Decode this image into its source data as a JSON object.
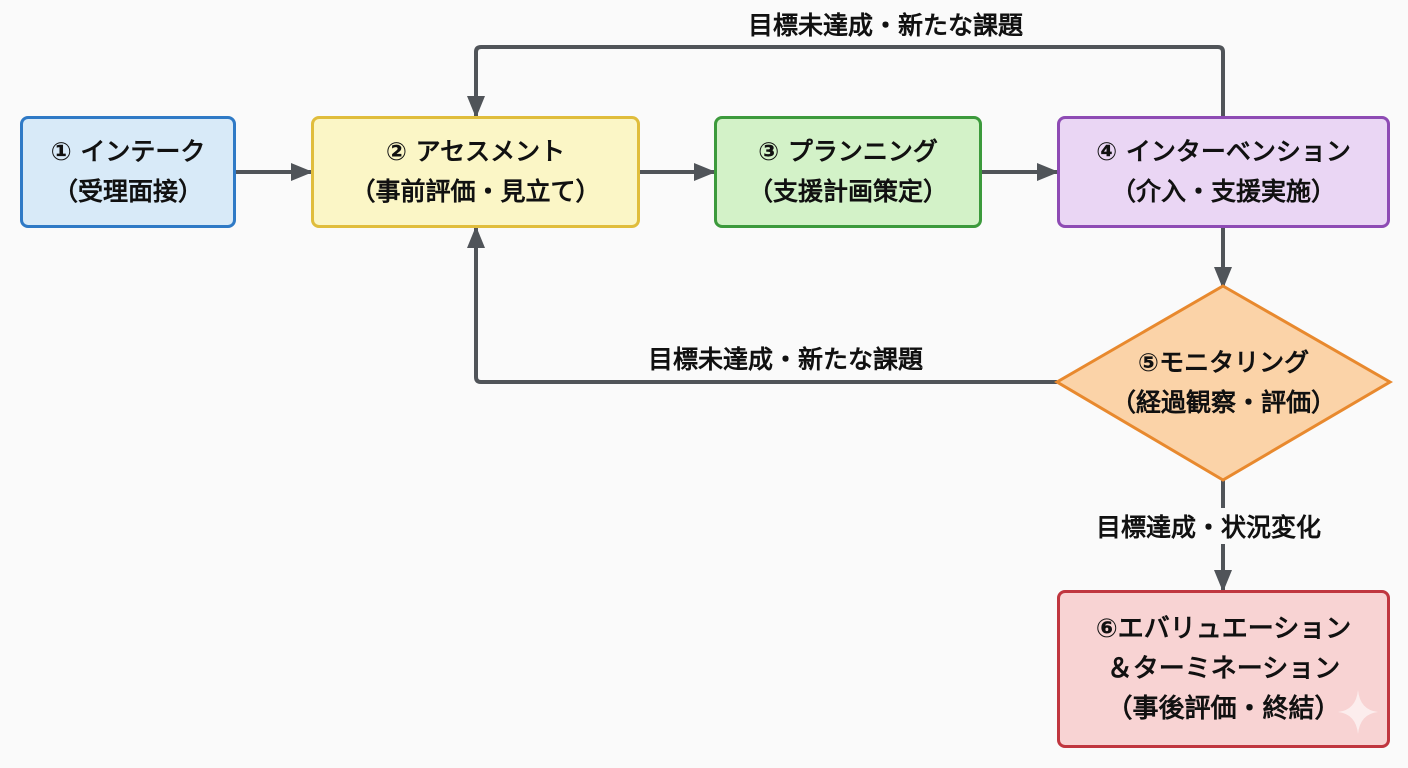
{
  "diagram": {
    "type": "flowchart",
    "nodes": [
      {
        "id": "n1",
        "number": "①",
        "title": "① インテーク",
        "subtitle": "（受理面接）",
        "shape": "rounded-rect",
        "fill": "#d8eaf8",
        "stroke": "#2f7ac6"
      },
      {
        "id": "n2",
        "number": "②",
        "title": "② アセスメント",
        "subtitle": "（事前評価・見立て）",
        "shape": "rounded-rect",
        "fill": "#fbf6c6",
        "stroke": "#e0bd3c"
      },
      {
        "id": "n3",
        "number": "③",
        "title": "③ プランニング",
        "subtitle": "（支援計画策定）",
        "shape": "rounded-rect",
        "fill": "#d3f2c8",
        "stroke": "#3c9a3c"
      },
      {
        "id": "n4",
        "number": "④",
        "title": "④ インターベンション",
        "subtitle": "（介入・支援実施）",
        "shape": "rounded-rect",
        "fill": "#ead6f4",
        "stroke": "#8e4bb4"
      },
      {
        "id": "n5",
        "number": "⑤",
        "title": "⑤モニタリング",
        "subtitle": "（経過観察・評価）",
        "shape": "diamond",
        "fill": "#fbd3a8",
        "stroke": "#e8892e"
      },
      {
        "id": "n6",
        "number": "⑥",
        "title": "⑥エバリュエーション",
        "title2": "＆ターミネーション",
        "subtitle": "（事後評価・終結）",
        "shape": "rounded-rect",
        "fill": "#f8d3d3",
        "stroke": "#c0363f"
      }
    ],
    "edges": [
      {
        "from": "n1",
        "to": "n2",
        "label": ""
      },
      {
        "from": "n2",
        "to": "n3",
        "label": ""
      },
      {
        "from": "n3",
        "to": "n4",
        "label": ""
      },
      {
        "from": "n4",
        "to": "n5",
        "label": ""
      },
      {
        "from": "n4",
        "to": "n2",
        "label": "目標未達成・新たな課題"
      },
      {
        "from": "n5",
        "to": "n2",
        "label": "目標未達成・新たな課題"
      },
      {
        "from": "n5",
        "to": "n6",
        "label": "目標達成・状況変化"
      }
    ],
    "edge_color": "#505459",
    "decorations": [
      "sparkle-icon"
    ]
  }
}
